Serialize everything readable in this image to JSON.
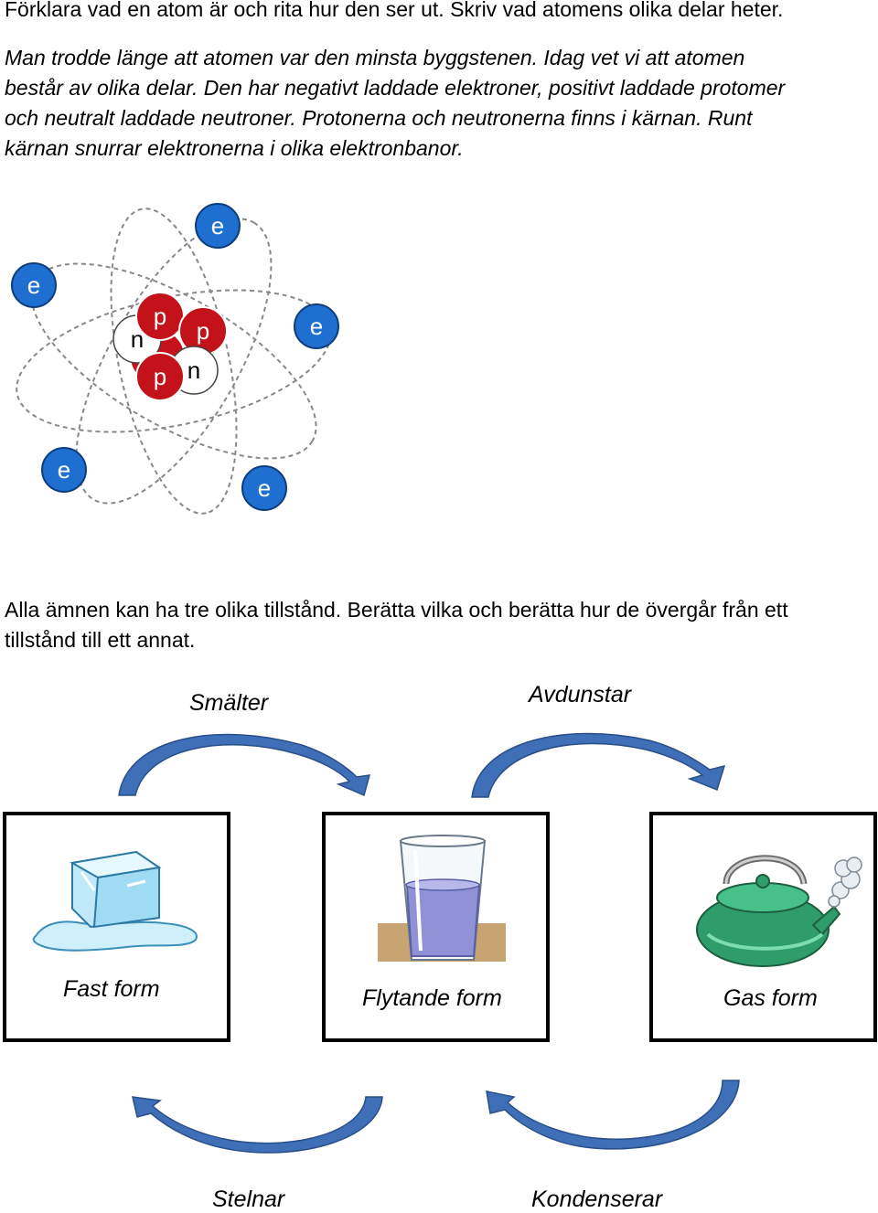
{
  "question1": "Förklara vad en atom är och rita hur den ser ut. Skriv vad atomens olika delar heter.",
  "answer1": [
    "Man trodde länge att atomen var den minsta byggstenen. Idag vet vi att atomen",
    "består av olika delar. Den har negativt laddade elektroner, positivt laddade protomer",
    "och neutralt laddade neutroner. Protonerna och neutronerna finns i kärnan. Runt",
    "kärnan snurrar elektronerna i olika elektronbanor."
  ],
  "atom": {
    "electron_label": "e",
    "proton_label": "p",
    "neutron_label": "n",
    "colors": {
      "electron": "#1f6fd1",
      "proton": "#c4121a",
      "neutron": "#ffffff",
      "orbit": "#888888"
    }
  },
  "question2": [
    "Alla ämnen kan ha tre olika tillstånd. Berätta vilka och berätta hur de övergår från ett",
    "tillstånd till ett annat."
  ],
  "transitions": {
    "melts": "Smälter",
    "evaporates": "Avdunstar",
    "freezes": "Stelnar",
    "condenses": "Kondenserar"
  },
  "states": {
    "solid": "Fast form",
    "liquid": "Flytande form",
    "gas": "Gas form"
  },
  "arrow_color": "#3e6fb7"
}
